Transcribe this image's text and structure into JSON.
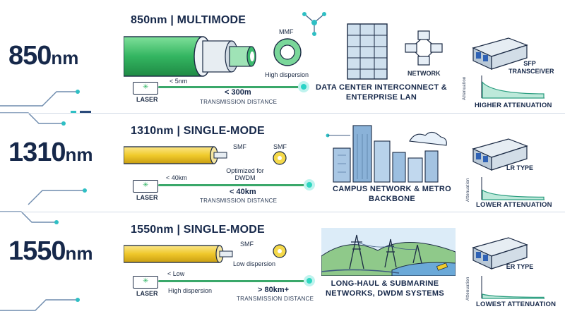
{
  "rows": [
    {
      "wavelength_num": "850",
      "wavelength_unit": "nm",
      "title": "850nm | MULTIMODE",
      "core_label": "MMF",
      "core_note": "High dispersion",
      "source_note": "< 5nm",
      "laser_label": "LASER",
      "distance": "< 300m",
      "distance_caption": "TRANSMISSION DISTANCE",
      "network_label": "NETWORK",
      "application": "DATA CENTER INTERCONNECT & ENTERPRISE LAN",
      "transceiver_label": "SFP TRANSCEIVER",
      "graph_axis": "Attenuation",
      "attenuation": "HIGHER ATTENUATION",
      "attenuation_level": 0.75,
      "cable_color": "#3dbb6e",
      "glow_color": "#29d3c6"
    },
    {
      "wavelength_num": "1310",
      "wavelength_unit": "nm",
      "title": "1310nm | SINGLE-MODE",
      "core_label": "SMF",
      "core_label_2": "SMF",
      "core_note": "Optimized for DWDM",
      "source_note": "< 40km",
      "laser_label": "LASER",
      "distance": "< 40km",
      "distance_caption": "TRANSMISSION DISTANCE",
      "application": "CAMPUS NETWORK & METRO BACKBONE",
      "transceiver_label": "LR TYPE",
      "graph_axis": "Attenuation",
      "attenuation": "LOWER ATTENUATION",
      "attenuation_level": 0.45,
      "cable_color": "#f0cb2c",
      "glow_color": "#2fd6c0"
    },
    {
      "wavelength_num": "1550",
      "wavelength_unit": "nm",
      "title": "1550nm | SINGLE-MODE",
      "core_label": "SMF",
      "core_note": "Low dispersion",
      "source_note": "< Low",
      "source_note_2": "High dispersion",
      "laser_label": "LASER",
      "distance": "> 80km+",
      "distance_caption": "TRANSMISSION DISTANCE",
      "application": "LONG-HAUL & SUBMARINE NETWORKS, DWDM SYSTEMS",
      "transceiver_label": "ER TYPE",
      "graph_axis": "Attenuation",
      "attenuation": "LOWEST ATTENUATION",
      "attenuation_level": 0.2,
      "cable_color": "#efc72a",
      "glow_color": "#2fd6c0"
    }
  ],
  "colors": {
    "navy": "#16284a",
    "teal": "#2fbfc4",
    "green_cable": "#3dbb6e",
    "yellow_cable": "#f0cb2c",
    "sky": "#dcecf8"
  }
}
